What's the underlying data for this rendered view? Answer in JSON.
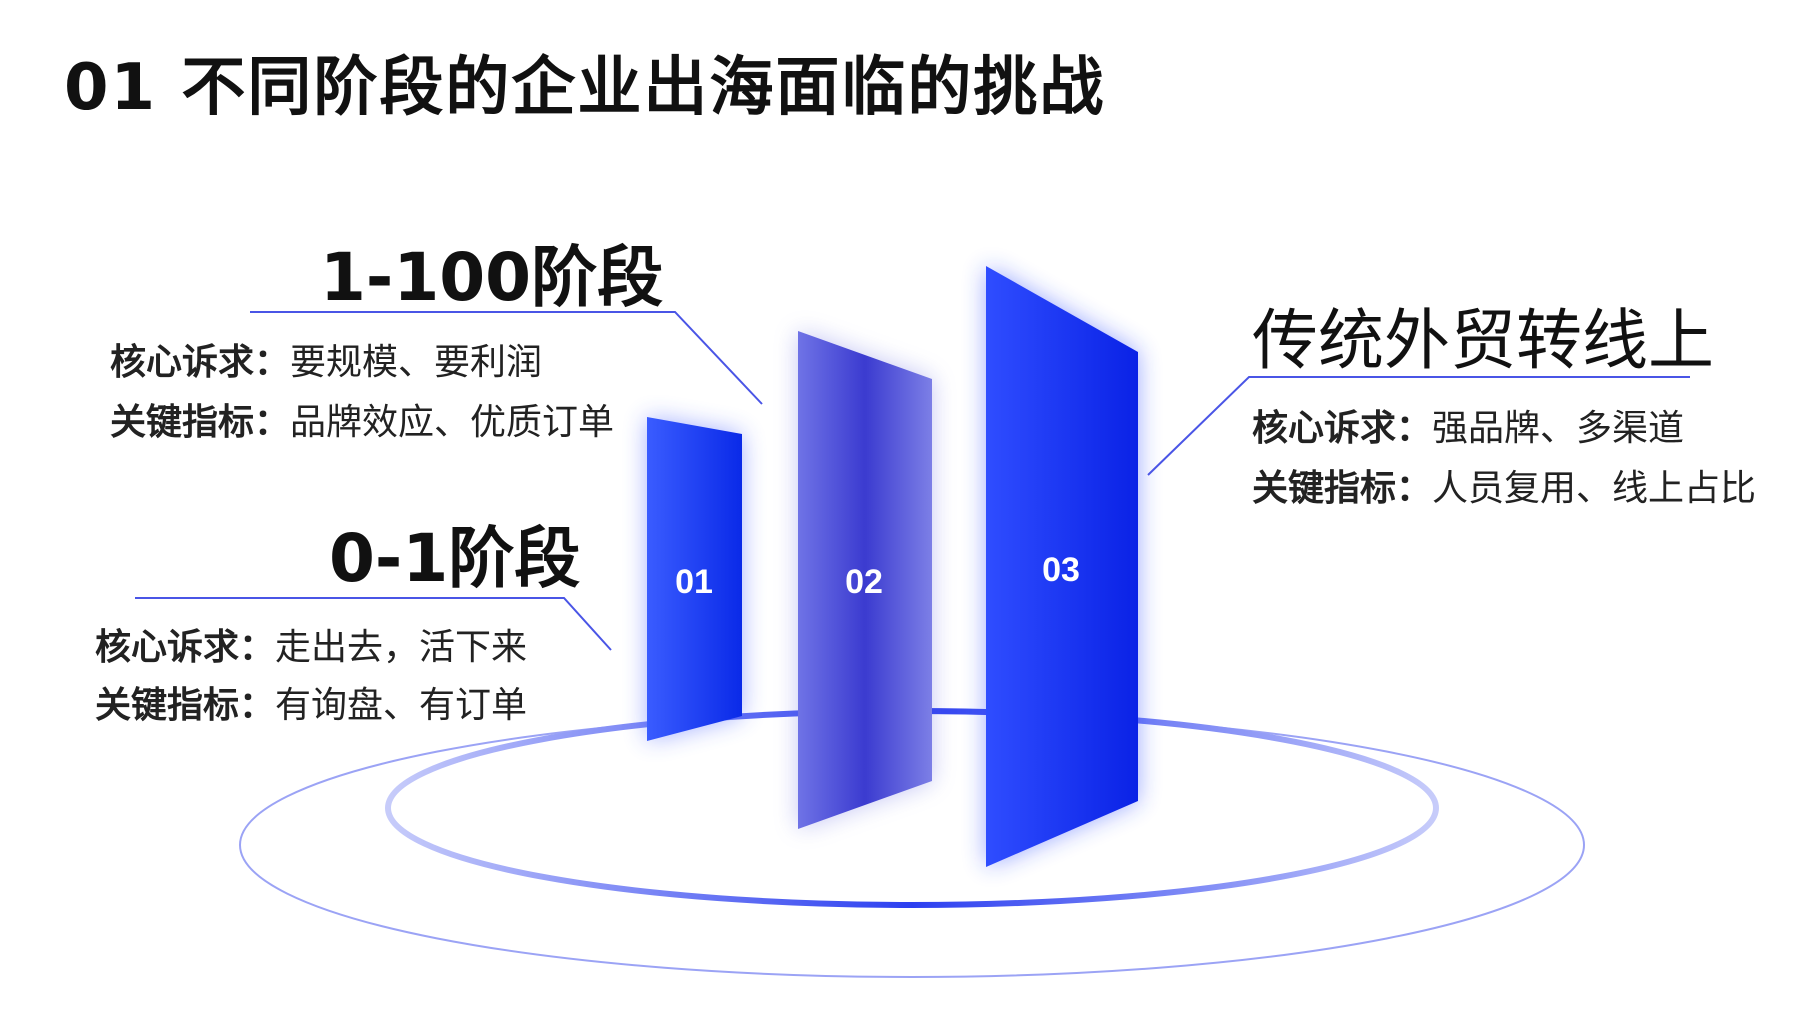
{
  "title": "01 不同阶段的企业出海面临的挑战",
  "stages": [
    {
      "number": "01",
      "heading": "0-1阶段",
      "demand_label": "核心诉求：",
      "demand_value": "走出去，活下来",
      "metric_label": "关键指标：",
      "metric_value": "有询盘、有订单"
    },
    {
      "number": "02",
      "heading": "1-100阶段",
      "demand_label": "核心诉求：",
      "demand_value": "要规模、要利润",
      "metric_label": "关键指标：",
      "metric_value": "品牌效应、优质订单"
    },
    {
      "number": "03",
      "heading": "传统外贸转线上",
      "demand_label": "核心诉求：",
      "demand_value": "强品牌、多渠道",
      "metric_label": "关键指标：",
      "metric_value": "人员复用、线上占比"
    }
  ],
  "colors": {
    "bar_primary": "#1433f0",
    "bar_secondary": "#5a5fe0",
    "connector": "#4a55e6",
    "ring": "#7a84f2"
  }
}
